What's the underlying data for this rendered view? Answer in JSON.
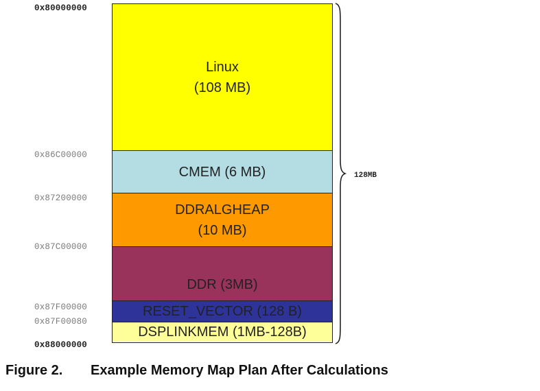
{
  "addresses": {
    "a0": "0x80000000",
    "a1": "0x86C00000",
    "a2": "0x87200000",
    "a3": "0x87C00000",
    "a4": "0x87F00000",
    "a5": "0x87F00080",
    "a6": "0x88000000"
  },
  "regions": {
    "linux": {
      "line1": "Linux",
      "line2": "(108 MB)",
      "color": "#ffff00"
    },
    "cmem": {
      "line1": "CMEM (6 MB)",
      "color": "#b4dde3"
    },
    "ddralgheap": {
      "line1": "DDRALGHEAP",
      "line2": "(10 MB)",
      "color": "#ff9900"
    },
    "ddr": {
      "line1": "DDR (3MB)",
      "color": "#99335c"
    },
    "reset_vector": {
      "line1": "RESET_VECTOR (128 B)",
      "color": "#2e339a"
    },
    "dsplinkmem": {
      "line1": "DSPLINKMEM (1MB-128B)",
      "color": "#ffff99"
    }
  },
  "total_size": "128MB",
  "caption": {
    "number": "Figure 2.",
    "title": "Example Memory Map Plan After Calculations"
  }
}
